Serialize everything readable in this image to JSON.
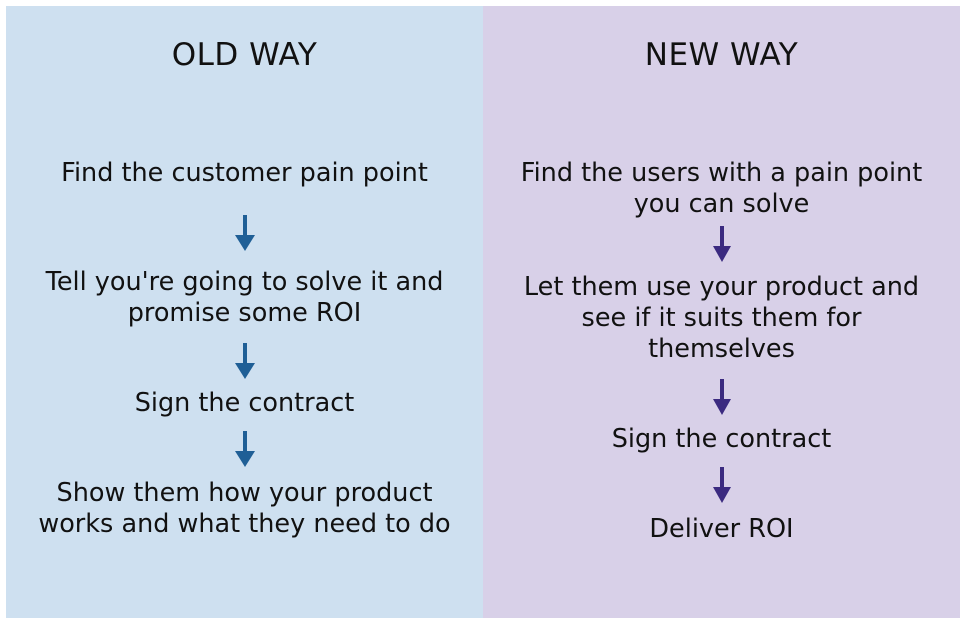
{
  "background": "#ffffff",
  "columns": [
    {
      "id": "old-way",
      "title": "OLD WAY",
      "background_color": "#cee0f0",
      "arrow_color": "#1f5f96",
      "text_color": "#111111",
      "steps": [
        "Find the customer pain point",
        "Tell you're going to solve it and promise some ROI",
        "Sign the contract",
        "Show them how your product works and what they need to do"
      ],
      "arrows": [
        {
          "name": "down-arrow-icon",
          "direction": "down"
        },
        {
          "name": "down-arrow-icon",
          "direction": "down"
        },
        {
          "name": "down-arrow-icon",
          "direction": "down"
        }
      ]
    },
    {
      "id": "new-way",
      "title": "NEW WAY",
      "background_color": "#d8d0e8",
      "arrow_color": "#3b2a80",
      "text_color": "#111111",
      "steps": [
        "Find the users with a pain point you can solve",
        "Let them use your product and see if it suits them for themselves",
        "Sign the contract",
        "Deliver ROI"
      ],
      "arrows": [
        {
          "name": "down-arrow-icon",
          "direction": "down"
        },
        {
          "name": "down-arrow-icon",
          "direction": "down"
        },
        {
          "name": "down-arrow-icon",
          "direction": "down"
        }
      ]
    }
  ]
}
